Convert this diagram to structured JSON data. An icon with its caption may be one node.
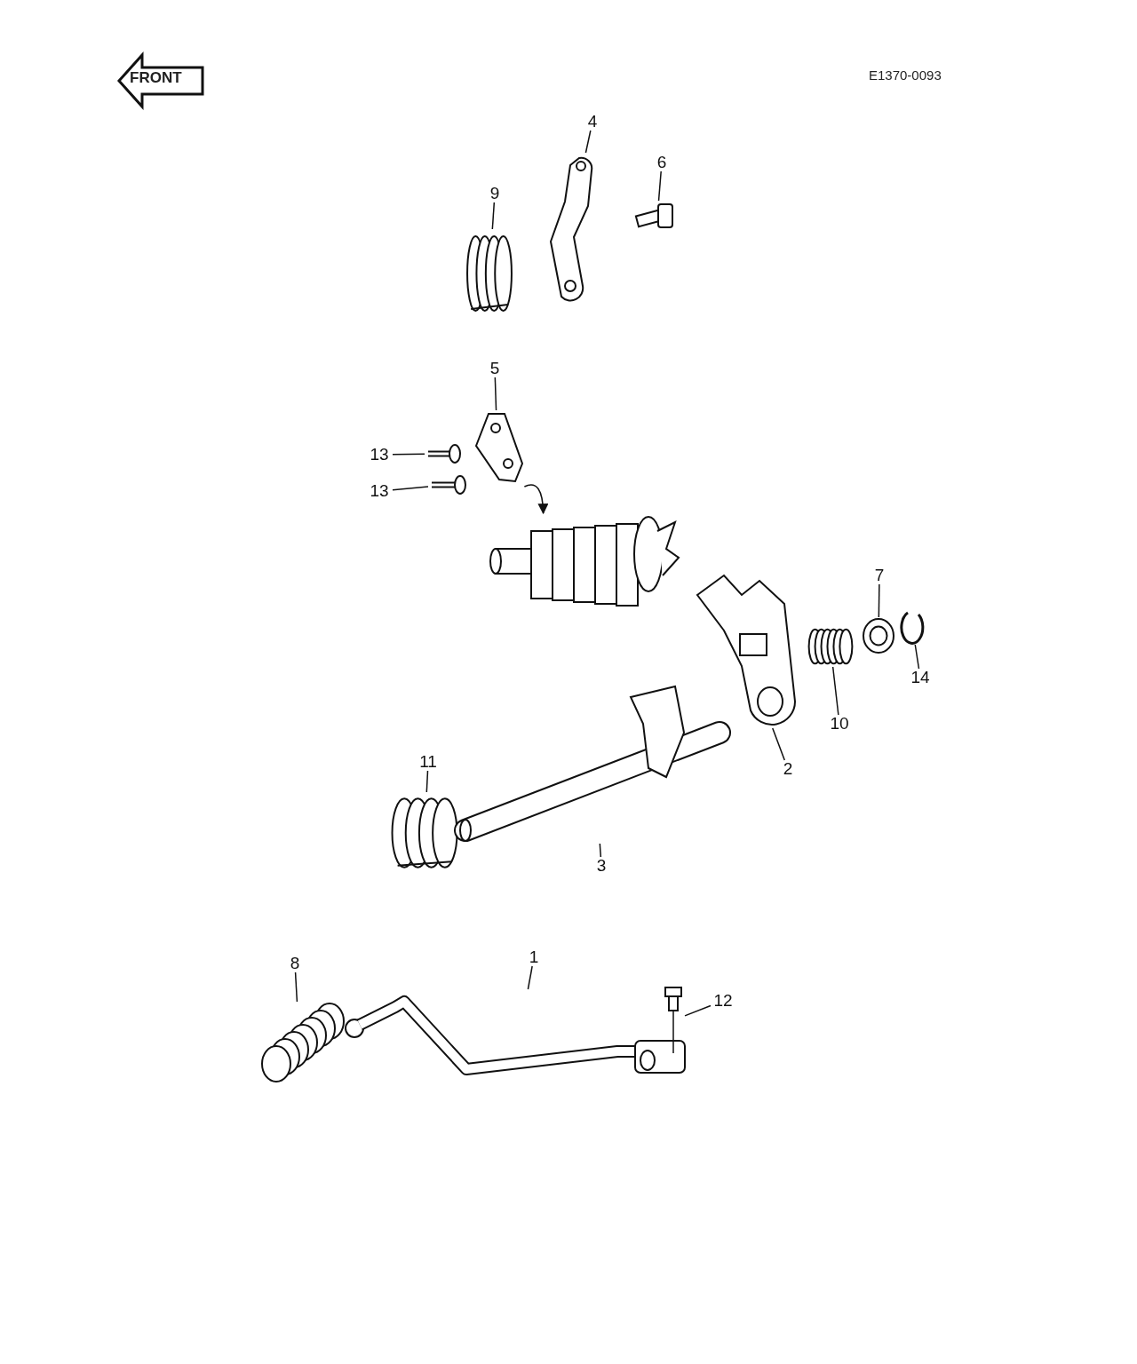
{
  "diagram": {
    "nodes": [
      {
        "text": [
          "4"
        ]
      },
      {
        "text": [],
        "shape": "picture"
      },
      {
        "text": [
          "6"
        ]
      },
      {
        "text": [],
        "shape": "picture"
      },
      {
        "text": [
          "9"
        ]
      },
      {
        "text": [],
        "shape": "picture"
      },
      {
        "text": [
          "5"
        ]
      },
      {
        "text": [],
        "shape": "picture"
      },
      {
        "text": [
          "13"
        ]
      },
      {
        "text": [],
        "shape": "picture"
      },
      {
        "text": [
          "13"
        ]
      },
      {
        "text": [],
        "shape": "picture"
      },
      {
        "text": [],
        "shape": "picture"
      },
      {
        "text": [
          "7"
        ]
      },
      {
        "text": [],
        "shape": "picture"
      },
      {
        "text": [
          "14"
        ]
      },
      {
        "text": [],
        "shape": "picture"
      },
      {
        "text": [
          "10"
        ]
      },
      {
        "text": [],
        "shape": "picture"
      },
      {
        "text": [
          "2"
        ]
      },
      {
        "text": [],
        "shape": "picture"
      },
      {
        "text": [
          "11"
        ]
      },
      {
        "text": [],
        "shape": "picture"
      },
      {
        "text": [
          "3"
        ]
      },
      {
        "text": [],
        "shape": "picture"
      },
      {
        "text": [
          "8"
        ]
      },
      {
        "text": [],
        "shape": "picture"
      },
      {
        "text": [
          "1"
        ]
      },
      {
        "text": [],
        "shape": "picture"
      },
      {
        "text": [
          "12"
        ]
      },
      {
        "text": [],
        "shape": "picture"
      }
    ],
    "edges": [
      {
        "from": 0,
        "to": 1,
        "arrow": "none"
      },
      {
        "from": 2,
        "to": 3,
        "arrow": "none"
      },
      {
        "from": 4,
        "to": 5,
        "arrow": "none"
      },
      {
        "from": 6,
        "to": 7,
        "arrow": "none"
      },
      {
        "from": 8,
        "to": 9,
        "arrow": "none"
      },
      {
        "from": 10,
        "to": 11,
        "arrow": "none"
      },
      {
        "from": 7,
        "to": 12,
        "arrow": "to"
      },
      {
        "from": 13,
        "to": 14,
        "arrow": "none"
      },
      {
        "from": 15,
        "to": 16,
        "arrow": "none"
      },
      {
        "from": 17,
        "to": 18,
        "arrow": "none"
      },
      {
        "from": 19,
        "to": 20,
        "arrow": "none"
      },
      {
        "from": 21,
        "to": 22,
        "arrow": "none"
      },
      {
        "from": 23,
        "to": 24,
        "arrow": "none"
      },
      {
        "from": 25,
        "to": 26,
        "arrow": "none"
      },
      {
        "from": 27,
        "to": 28,
        "arrow": "none"
      },
      {
        "from": 29,
        "to": 30,
        "arrow": "none"
      }
    ],
    "labels": [
      "FRONT",
      "E1370-0093"
    ]
  }
}
